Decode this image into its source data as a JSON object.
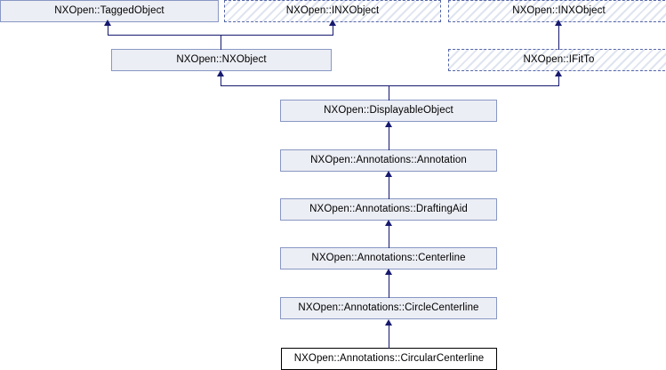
{
  "diagram": {
    "title": "Inheritance diagram for NXOpen::Annotations::CircularCenterline",
    "type": "inheritance-graph",
    "colors": {
      "class_border": "#8897c4",
      "class_fill": "#eceef5",
      "interface_border": "#5566a8",
      "interface_fill": "#f7f8fc",
      "current_border": "#000000",
      "current_fill": "#ffffff",
      "edge": "#16196e"
    },
    "nodes": [
      {
        "id": "taggedobject",
        "label": "NXOpen::TaggedObject",
        "kind": "class"
      },
      {
        "id": "inxobject1",
        "label": "NXOpen::INXObject",
        "kind": "interface"
      },
      {
        "id": "inxobject2",
        "label": "NXOpen::INXObject",
        "kind": "interface"
      },
      {
        "id": "nxobject",
        "label": "NXOpen::NXObject",
        "kind": "class"
      },
      {
        "id": "ifitto",
        "label": "NXOpen::IFitTo",
        "kind": "interface"
      },
      {
        "id": "displayableobject",
        "label": "NXOpen::DisplayableObject",
        "kind": "class"
      },
      {
        "id": "annotation",
        "label": "NXOpen::Annotations::Annotation",
        "kind": "class"
      },
      {
        "id": "draftingaid",
        "label": "NXOpen::Annotations::DraftingAid",
        "kind": "class"
      },
      {
        "id": "centerline",
        "label": "NXOpen::Annotations::Centerline",
        "kind": "class"
      },
      {
        "id": "circlecenterline",
        "label": "NXOpen::Annotations::CircleCenterline",
        "kind": "class"
      },
      {
        "id": "circularcenterline",
        "label": "NXOpen::Annotations::CircularCenterline",
        "kind": "current"
      }
    ],
    "edges": [
      {
        "from": "nxobject",
        "to": "taggedobject"
      },
      {
        "from": "nxobject",
        "to": "inxobject1"
      },
      {
        "from": "ifitto",
        "to": "inxobject2"
      },
      {
        "from": "displayableobject",
        "to": "nxobject"
      },
      {
        "from": "displayableobject",
        "to": "ifitto"
      },
      {
        "from": "annotation",
        "to": "displayableobject"
      },
      {
        "from": "draftingaid",
        "to": "annotation"
      },
      {
        "from": "centerline",
        "to": "draftingaid"
      },
      {
        "from": "circlecenterline",
        "to": "centerline"
      },
      {
        "from": "circularcenterline",
        "to": "circlecenterline"
      }
    ]
  }
}
